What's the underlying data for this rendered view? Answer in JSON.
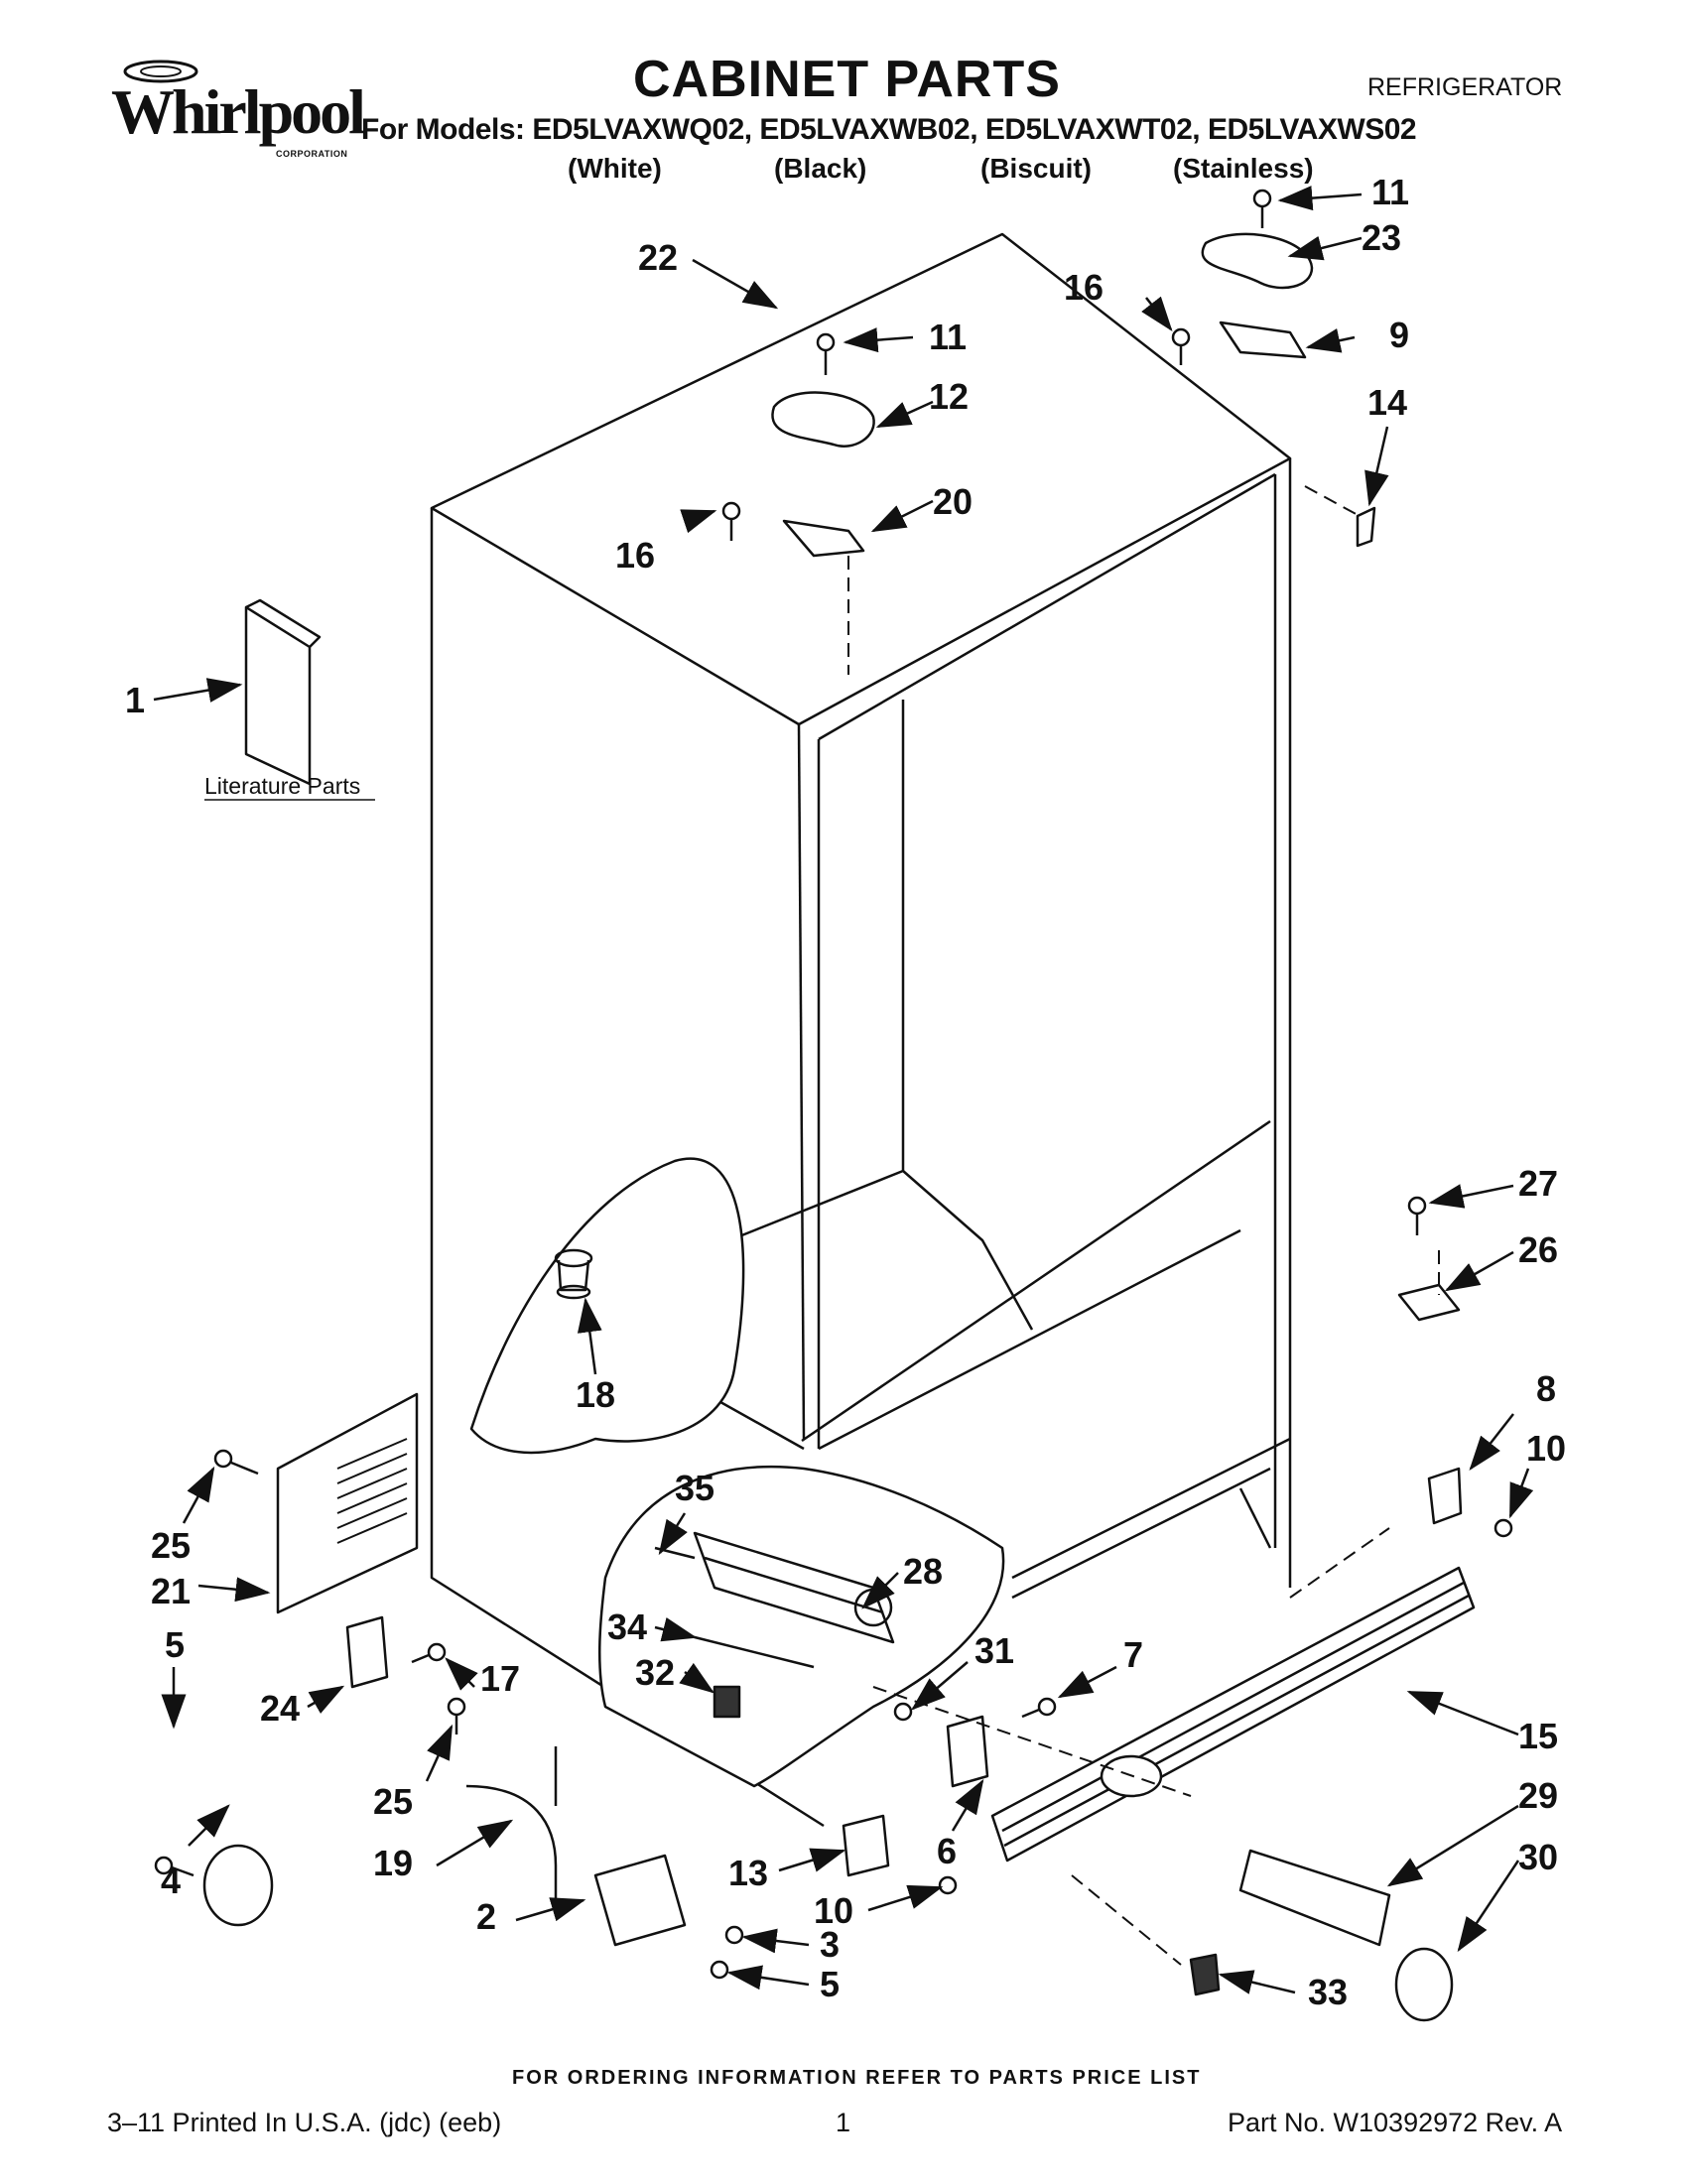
{
  "header": {
    "brand": "Whirlpool",
    "brand_sub": "CORPORATION",
    "title": "CABINET PARTS",
    "subtitle": "REFRIGERATOR",
    "models": "For Models: ED5LVAXWQ02, ED5LVAXWB02, ED5LVAXWT02, ED5LVAXWS02",
    "colors": [
      "(White)",
      "(Black)",
      "(Biscuit)",
      "(Stainless)"
    ]
  },
  "diagram": {
    "literature_label": "Literature Parts",
    "callouts": {
      "c22": "22",
      "c11a": "11",
      "c12": "12",
      "c16a": "16",
      "c20": "20",
      "c11b": "11",
      "c23": "23",
      "c16b": "16",
      "c9": "9",
      "c14": "14",
      "c1": "1",
      "c18": "18",
      "c27": "27",
      "c26": "26",
      "c8": "8",
      "c10a": "10",
      "c25a": "25",
      "c21": "21",
      "c5a": "5",
      "c35": "35",
      "c28": "28",
      "c34": "34",
      "c32": "32",
      "c31": "31",
      "c7": "7",
      "c15": "15",
      "c29": "29",
      "c30": "30",
      "c24": "24",
      "c17": "17",
      "c25b": "25",
      "c19": "19",
      "c4": "4",
      "c6": "6",
      "c13": "13",
      "c10b": "10",
      "c2": "2",
      "c3": "3",
      "c5b": "5",
      "c33": "33"
    }
  },
  "footer": {
    "ordering": "FOR ORDERING INFORMATION REFER TO PARTS PRICE LIST",
    "printed": "3–11 Printed In U.S.A. (jdc) (eeb)",
    "page": "1",
    "part_no": "Part No. W10392972 Rev. A"
  }
}
